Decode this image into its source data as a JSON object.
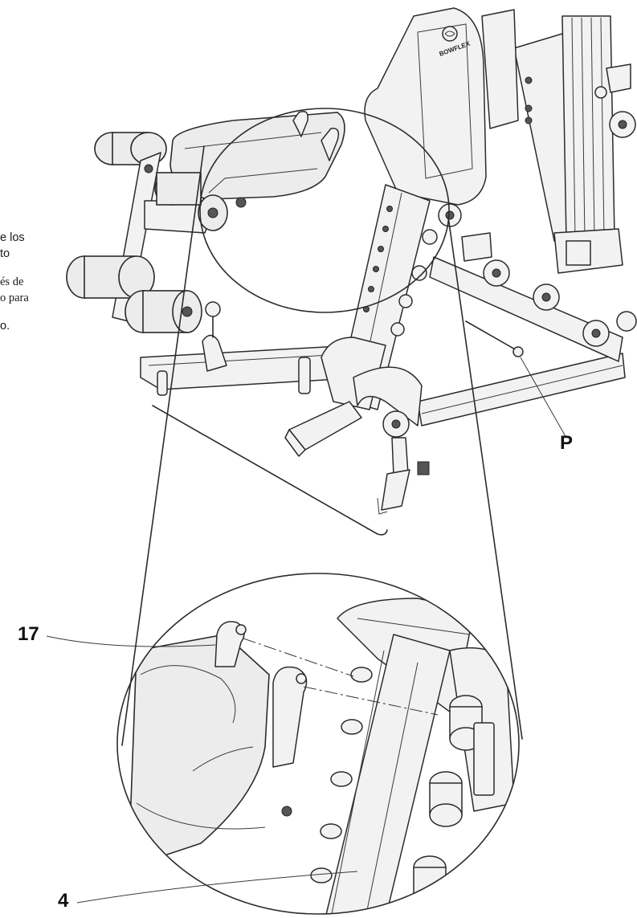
{
  "text_fragments": [
    {
      "id": "line1",
      "text": "e los",
      "serif": false
    },
    {
      "id": "line2",
      "text": "to",
      "serif": false
    },
    {
      "id": "line3",
      "text": "és de",
      "serif": true
    },
    {
      "id": "line4",
      "text": "o para",
      "serif": true
    },
    {
      "id": "line5",
      "text": "o.",
      "serif": false
    }
  ],
  "callouts": {
    "p": "P",
    "seventeen": "17",
    "four": "4"
  },
  "brand_logo": {
    "text": "BOWFLEX",
    "rendered_as": "logo"
  },
  "colors": {
    "ink": "#2b2b2b",
    "paper": "#ffffff",
    "shade": "#f2f2f2"
  }
}
